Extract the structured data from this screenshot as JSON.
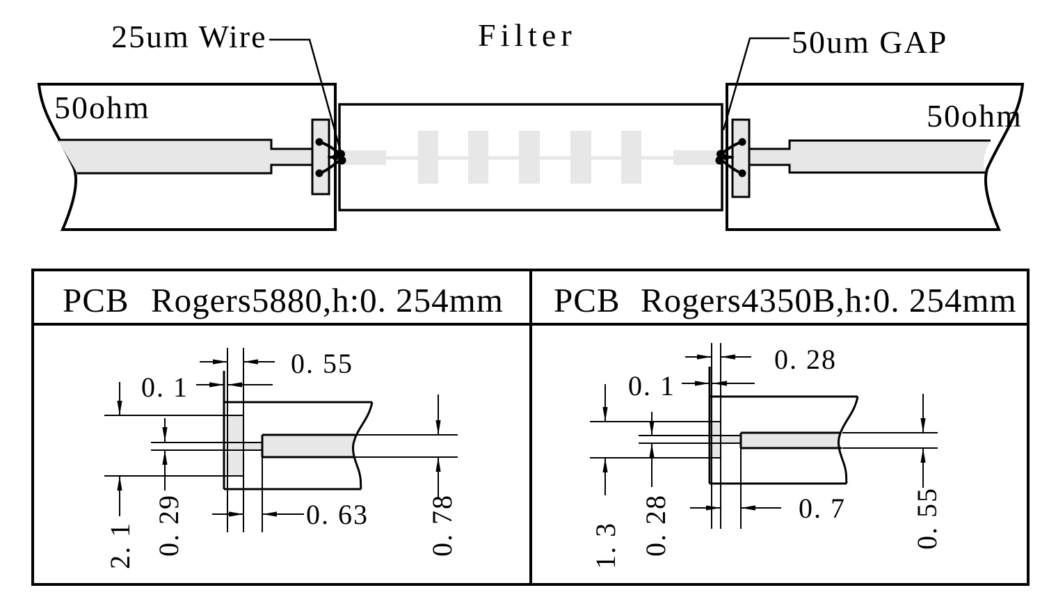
{
  "diagram": {
    "wire_label": "25um Wire",
    "filter_label": "Filter",
    "gap_label": "50um GAP",
    "left_impedance_label": "50ohm",
    "right_impedance_label": "50ohm"
  },
  "panels": [
    {
      "title_pcb": "PCB",
      "title_material": "Rogers5880,h:0. 254mm",
      "dims": {
        "pad_width": "0. 55",
        "edge_offset": "0. 1",
        "pad_length": "2. 1",
        "feed_width": "0. 29",
        "feed_length": "0. 63",
        "line_width": "0. 78"
      }
    },
    {
      "title_pcb": "PCB",
      "title_material": "Rogers4350B,h:0. 254mm",
      "dims": {
        "pad_width": "0. 28",
        "edge_offset": "0. 1",
        "pad_length": "1. 3",
        "feed_width": "0. 28",
        "feed_length": "0. 7",
        "line_width": "0. 55"
      }
    }
  ],
  "colors": {
    "ink": "#000000",
    "copper_fill": "#e7e7e7",
    "background": "#ffffff"
  }
}
